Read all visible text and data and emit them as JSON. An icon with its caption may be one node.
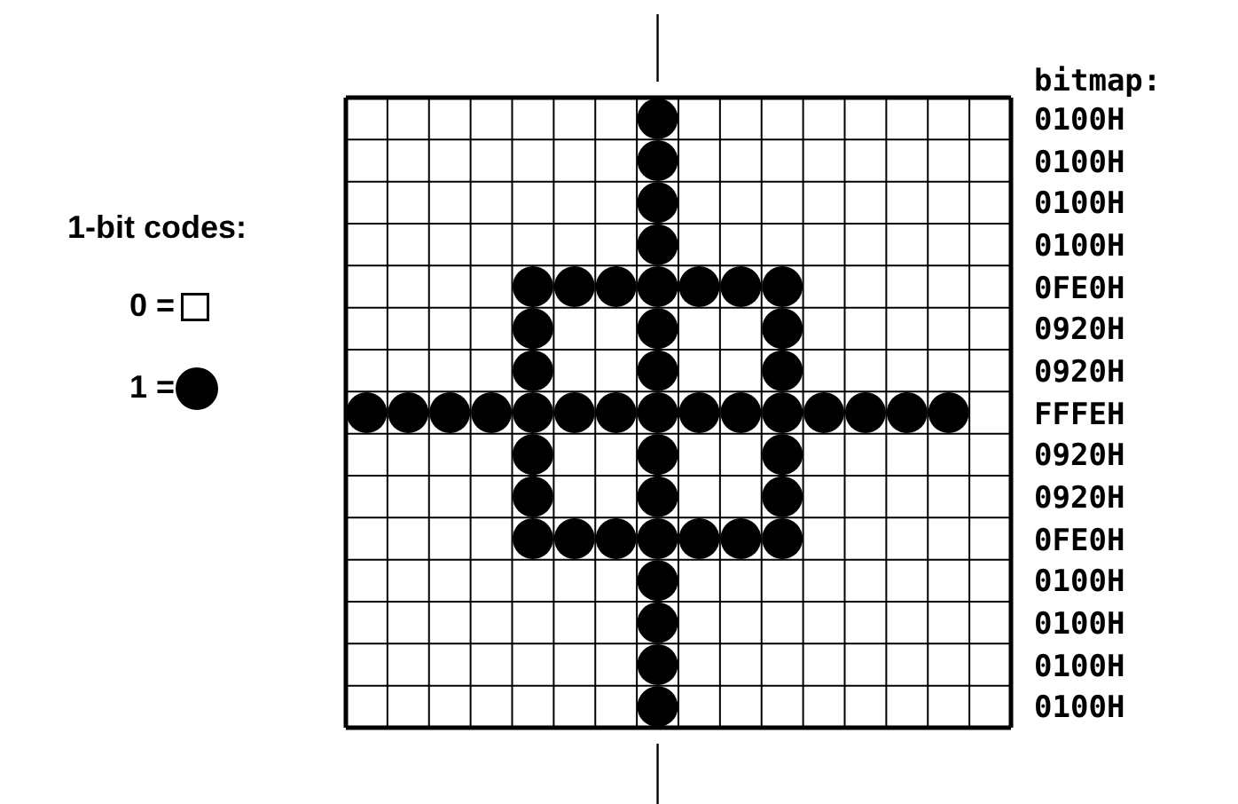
{
  "diagram": {
    "labels": [
      "1-bit codes:",
      "bitmap:",
      "0100H",
      "0100H",
      "0100H",
      "0100H",
      "0FE0H",
      "0920H",
      "0920H",
      "FFFEH",
      "0920H",
      "0920H",
      "0FE0H",
      "0100H",
      "0100H",
      "0100H",
      "0100H"
    ],
    "legend": [
      {
        "text": "0 ="
      },
      {
        "text": "1 ="
      }
    ]
  }
}
